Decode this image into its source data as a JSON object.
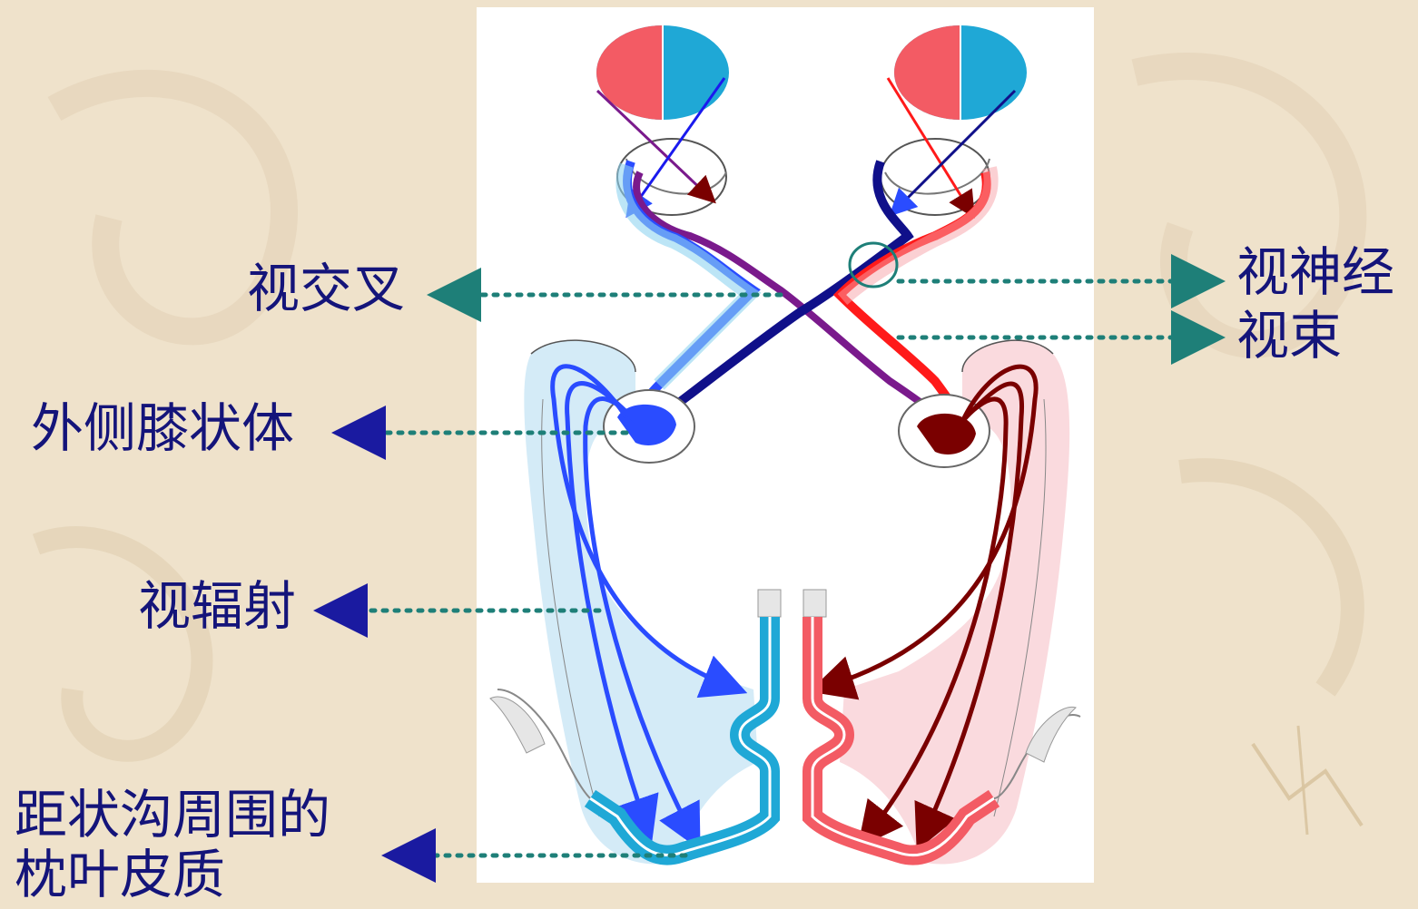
{
  "labels": {
    "optic_chiasm": "视交叉",
    "optic_nerve": "视神经",
    "optic_tract": "视束",
    "lateral_geniculate_body": "外侧膝状体",
    "optic_radiation": "视辐射",
    "occipital_cortex_line1": "距状沟周围的",
    "occipital_cortex_line2": "枕叶皮质"
  },
  "colors": {
    "label_text": "#14147a",
    "pointer_dots": "#1e7f78",
    "pointer_heads": "#1a1aa0",
    "left_field": "#f35b64",
    "right_field": "#1fa8d6",
    "dark_blue_tract": "#10108a",
    "bright_blue_tract": "#2a4cff",
    "purple_tract": "#7a1a8c",
    "red_tract": "#ff1a1a",
    "dark_red_tract": "#7a0000",
    "light_blue_region": "#cfe9f6",
    "light_red_region": "#f9d6da"
  },
  "marker": {
    "optic_nerve_ring_color": "#1e7f78"
  }
}
